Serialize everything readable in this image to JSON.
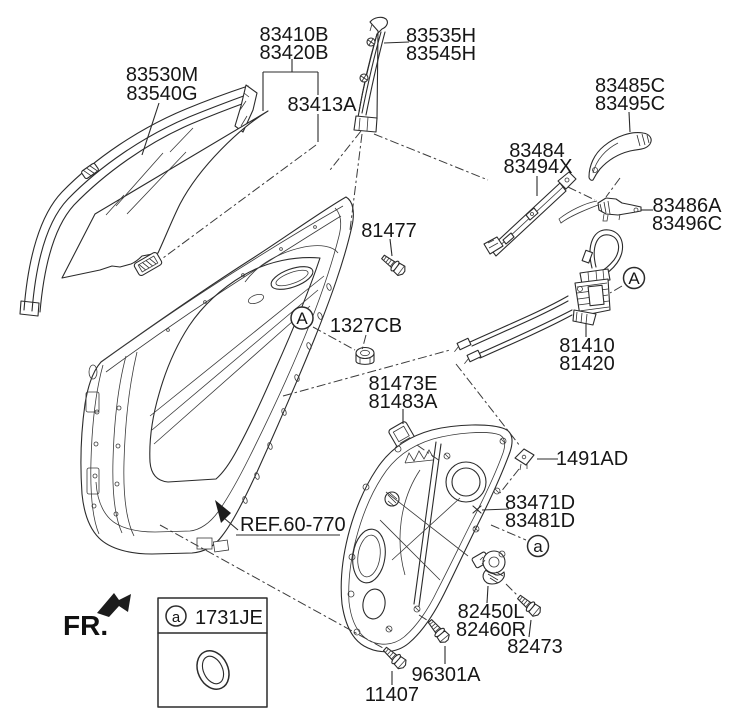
{
  "callouts": {
    "glass_run": {
      "line1": "83530M",
      "line2": "83540G"
    },
    "window_glass": {
      "line1": "83410B",
      "line2": "83420B"
    },
    "glass_grip": {
      "line1": "83413A"
    },
    "rear_channel": {
      "line1": "83535H",
      "line2": "83545H"
    },
    "outside_handle": {
      "line1": "83485C",
      "line2": "83495C"
    },
    "handle_base": {
      "line1": "83484",
      "line2": "83494X"
    },
    "latch_bracket": {
      "line1": "83486A",
      "line2": "83496C"
    },
    "screw_upper": {
      "line1": "81477"
    },
    "nut": {
      "line1": "1327CB"
    },
    "door_latch": {
      "line1": "81410",
      "line2": "81420"
    },
    "channel_clip": {
      "line1": "81473E",
      "line2": "81483A"
    },
    "grommet_clip": {
      "line1": "1491AD"
    },
    "module_panel": {
      "line1": "83471D",
      "line2": "83481D"
    },
    "reference": {
      "line1": "REF.60-770"
    },
    "regulator_motor": {
      "line1": "82450L",
      "line2": "82460R"
    },
    "motor_bolt": {
      "line1": "82473"
    },
    "panel_bolt": {
      "line1": "96301A"
    },
    "lower_bolt": {
      "line1": "11407"
    }
  },
  "markers": {
    "assembly_upper": "A",
    "assembly_latch": "A",
    "grommet_panel": "a",
    "legend": "a"
  },
  "legend": {
    "code": "1731JE"
  },
  "front_label": "FR.",
  "colors": {
    "line": "#2b2b2b",
    "text": "#161616",
    "background": "#ffffff"
  }
}
